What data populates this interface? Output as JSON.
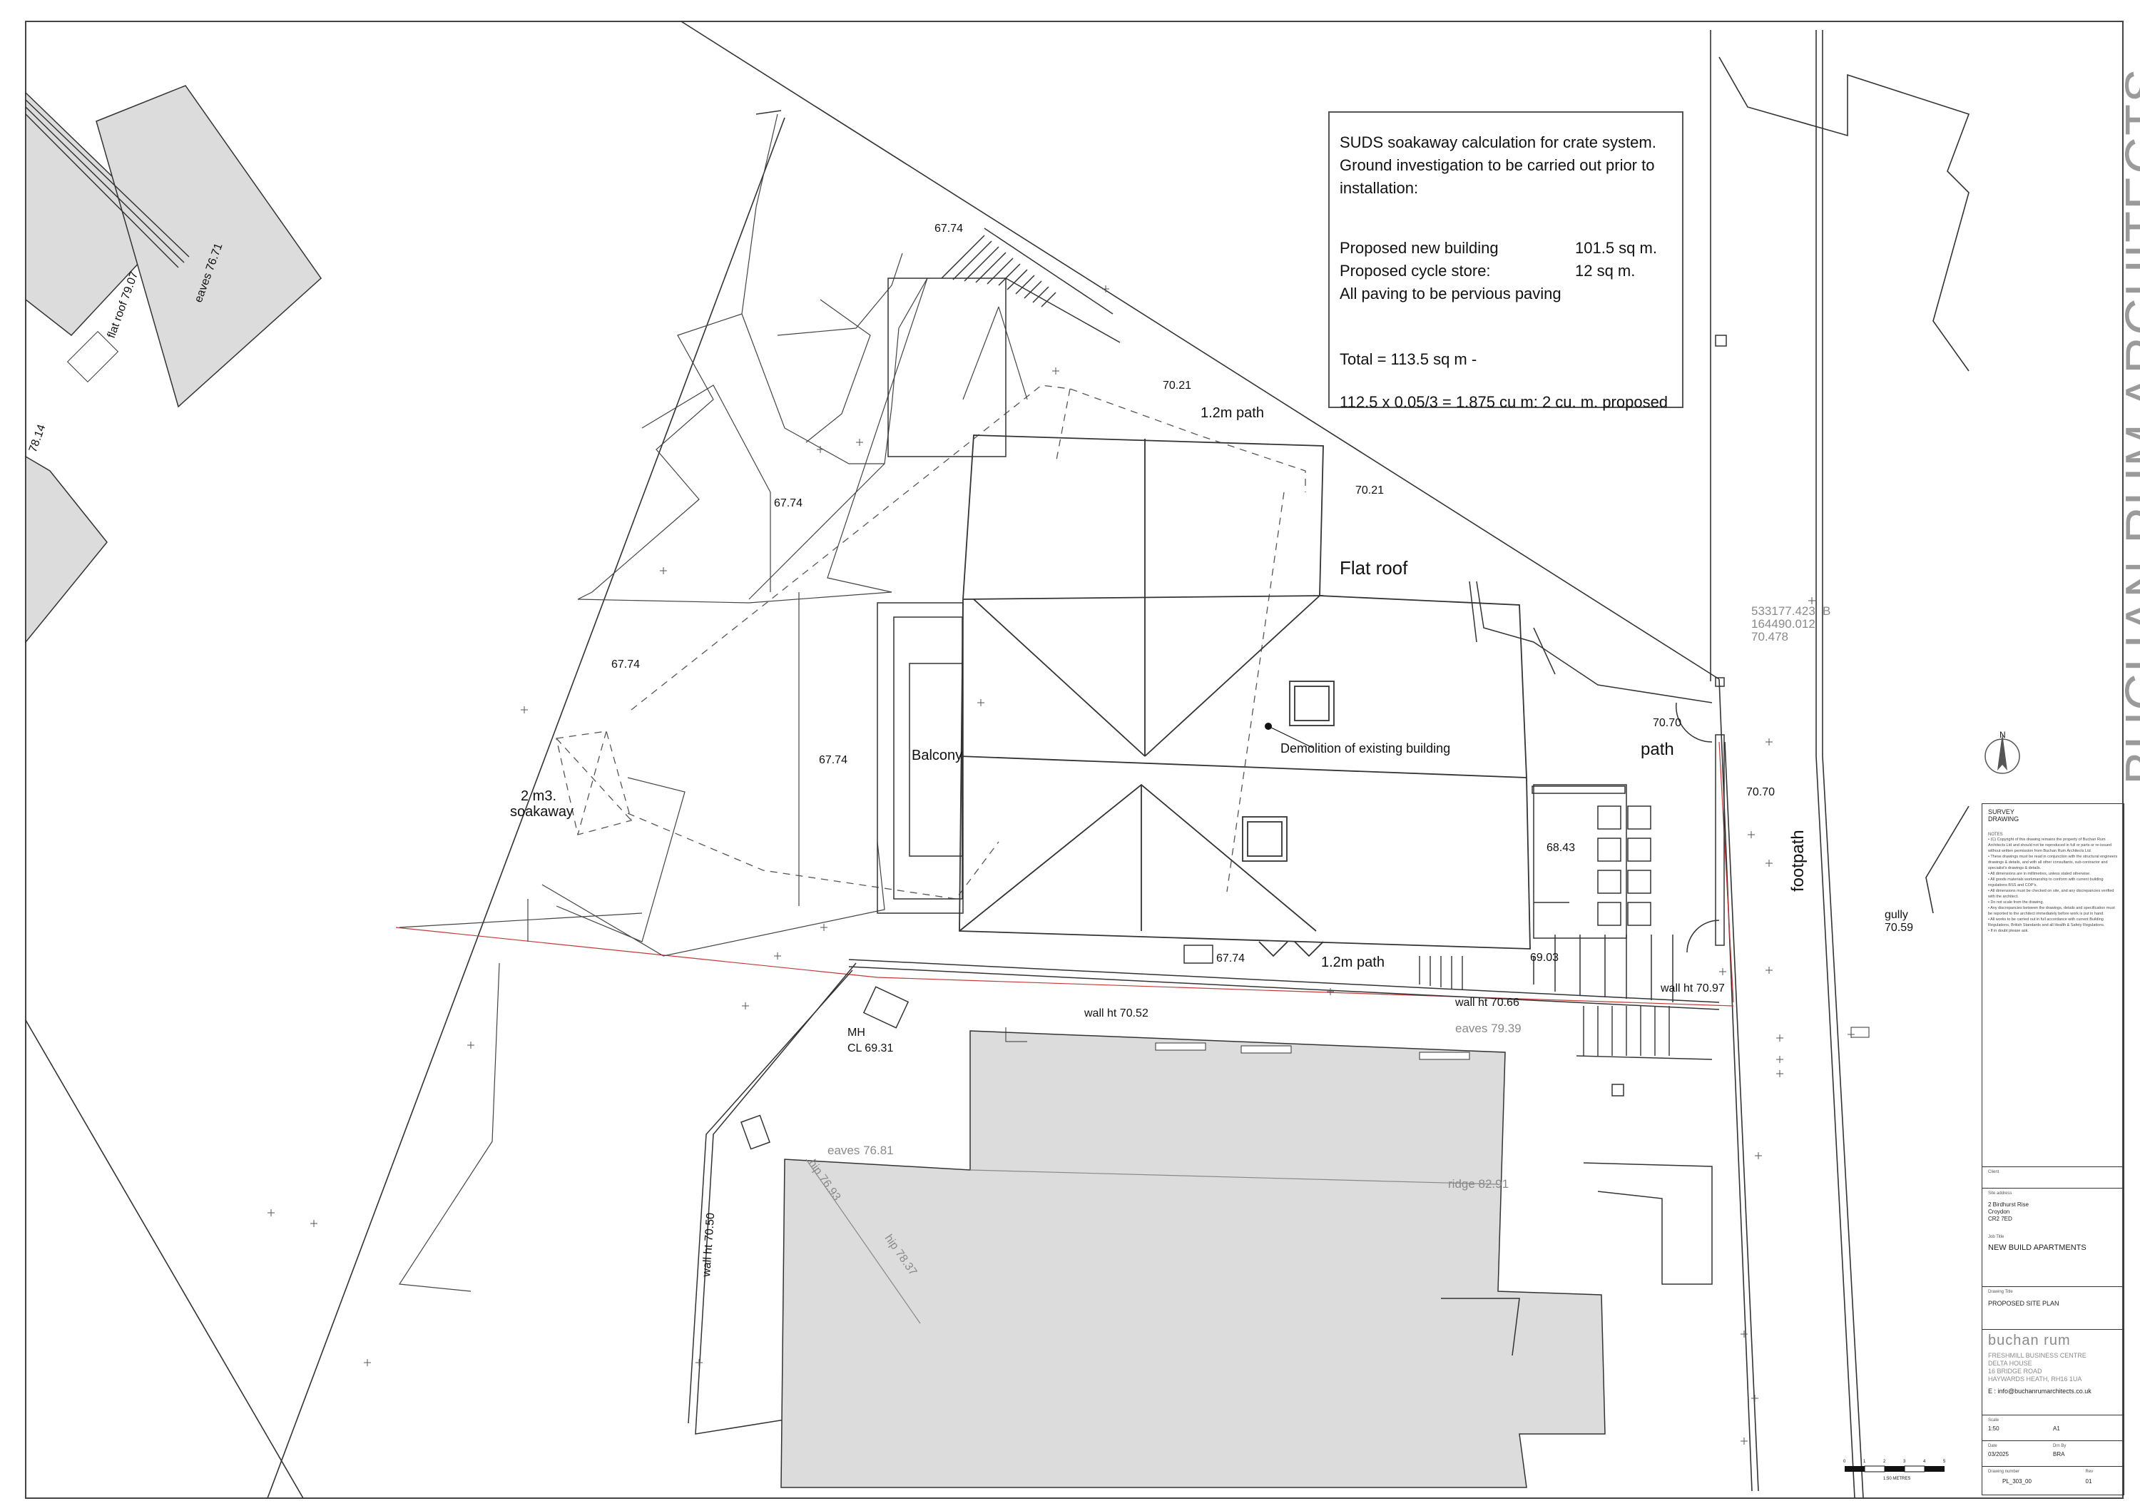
{
  "colors": {
    "line": "#333333",
    "building_fill": "#dcdcdc",
    "boundary_red": "#c23a3a",
    "grey_text": "#8a8a8a"
  },
  "suds": {
    "heading": "SUDS soakaway calculation for crate system.",
    "line2": "Ground investigation to be carried out prior to",
    "line3": "installation:",
    "new_building_label": "Proposed new building",
    "new_building_value": "101.5 sq m.",
    "cycle_store_label": "Proposed cycle store:",
    "cycle_store_value": "12 sq m.",
    "paving": "All paving to be pervious paving",
    "total": "Total = 113.5 sq m -",
    "calc": "112.5 x 0.05/3 = 1.875 cu m:  2 cu. m. proposed"
  },
  "labels": {
    "level_6774_a": "67.74",
    "level_6774_b": "67.74",
    "level_6774_c": "67.74",
    "level_6774_d": "67.74",
    "level_6774_e": "67.74",
    "level_7021_a": "70.21",
    "level_7021_b": "70.21",
    "path_top": "1.2m path",
    "flat_roof": "Flat roof",
    "balcony": "Balcony",
    "demolition": "Demolition of existing building",
    "path": "path",
    "level_7070_a": "70.70",
    "level_7070_b": "70.70",
    "soakaway_1": "2 m3.",
    "soakaway_2": "soakaway",
    "level_6843": "68.43",
    "level_6903": "69.03",
    "path_bottom": "1.2m path",
    "wall_ht_7052": "wall ht 70.52",
    "wall_ht_7066": "wall ht 70.66",
    "wall_ht_7097": "wall ht 70.97",
    "mh": "MH",
    "cl": "CL 69.31",
    "eaves_7939": "eaves 79.39",
    "eaves_7681_b": "eaves 76.81",
    "ridge_8291": "ridge 82.91",
    "hip_7693": "hip 76.93",
    "hip_7837": "hip 78.37",
    "wall_ht_7050": "wall ht 70.50",
    "footpath": "footpath",
    "gully": "gully",
    "gully_level": "70.59",
    "coord_e": "533177.423",
    "coord_n": "164490.012",
    "coord_z": "70.478",
    "station": "B",
    "flat_roof_7907": "flat roof 79.07",
    "eaves_7671": "eaves 76.71",
    "level_7814": "78.14"
  },
  "brand": {
    "vertical_title": "BUCHAN RUM ARCHITECTS"
  },
  "title_block": {
    "drawing_status": "SURVEY",
    "drawing_status_2": "DRAWING",
    "notes_heading": "NOTES",
    "notes": [
      "• (C) Copyright of this drawing remains the property of Buchan Rum Architects Ltd and should not be reproduced in full or parts or re-issued without written permission from Buchan Rum Architects Ltd.",
      "• These drawings must be read in conjunction with the structural engineers drawings & details, and with all other consultants, sub-contractor and specialist's drawings & details.",
      "• All dimensions are in millimetres, unless stated otherwise.",
      "• All goods materials workmanship to conform with current building regulations BSS and COP's.",
      "• All dimensions must be checked on site, and any discrepancies verified with the architect.",
      "• Do not scale from the drawing.",
      "• Any discrepancies between the drawings, details and specification must be reported to the architect immediately before work is put in hand.",
      "• All works to be carried out in full accordance with current Building Regulations, British Standards and all Health & Safety Regulations.",
      "• If in doubt please ask."
    ],
    "client_label": "Client",
    "site_label": "Site address",
    "site_address": [
      "2 Birdhurst Rise",
      "Croydon",
      "CR2 7ED"
    ],
    "job_title_label": "Job Title",
    "job_title": "NEW BUILD APARTMENTS",
    "drawing_title_label": "Drawing Title",
    "drawing_title": "PROPOSED SITE PLAN",
    "firm_logo": "buchan rum",
    "firm_address": [
      "FRESHMILL BUSINESS CENTRE",
      "DELTA HOUSE",
      "16 BRIDGE ROAD",
      "HAYWARDS HEATH, RH16 1UA"
    ],
    "email": "E : info@buchanrumarchitects.co.uk",
    "scale_label": "Scale",
    "scale": "1:50",
    "size": "A1",
    "date_label": "Date",
    "drawn_label": "Drn By",
    "date": "03/2025",
    "drawn": "BRA",
    "number_label": "Drawing number",
    "rev_label": "Rev",
    "number": "PL_303_00",
    "rev": "01"
  },
  "scale_bar": {
    "ticks": [
      "0",
      "1",
      "2",
      "3",
      "4",
      "5"
    ],
    "caption": "1:50 METRES"
  }
}
